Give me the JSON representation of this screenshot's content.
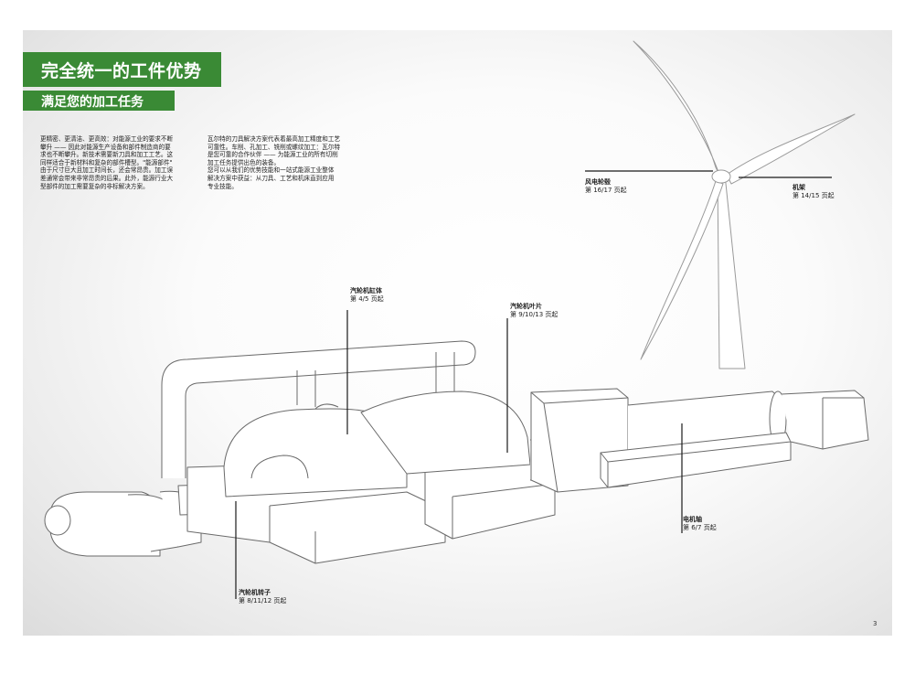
{
  "header": {
    "title": "完全统一的工件优势",
    "subtitle": "满足您的加工任务"
  },
  "intro": {
    "left": "更精密、更清洁、更高效：对能源工业的要求不断\n攀升 —— 因此对能源生产设备和部件制造商的要\n求也不断攀升。新技术需要新刀具和加工工艺。这\n同样适合于新材料和复杂的部件槽型。\"能源部件\"\n由于尺寸巨大且加工时间长，还会常昂贵。加工误\n差通常会带来非常昂贵的后果。此外，能源行业大\n型部件的加工需要复杂的非标解决方案。",
    "right": "瓦尔特的刀具解决方案代表着最高加工精度和工艺\n可靠性。车削、孔加工、铣削或螺纹加工：瓦尔特\n是您可靠的合作伙伴 —— 为能源工业的所有切削\n加工任务提供出色的装备。\n您可以从我们的优势技能和一站式能源工业整体\n解决方案中获益：从刀具、工艺和机床直到应用\n专业技能。"
  },
  "labels": {
    "hub": {
      "name": "风电轮毂",
      "page": "第 16/17 页起"
    },
    "frame": {
      "name": "机架",
      "page": "第 14/15 页起"
    },
    "casing": {
      "name": "汽轮机缸体",
      "page": "第 4/5 页起"
    },
    "blade": {
      "name": "汽轮机叶片",
      "page": "第 9/10/13 页起"
    },
    "shaft": {
      "name": "电机轴",
      "page": "第 6/7 页起"
    },
    "rotor": {
      "name": "汽轮机转子",
      "page": "第 8/11/12 页起"
    }
  },
  "page_number": "3",
  "colors": {
    "brand_green": "#3a8a35",
    "line": "#222222"
  }
}
